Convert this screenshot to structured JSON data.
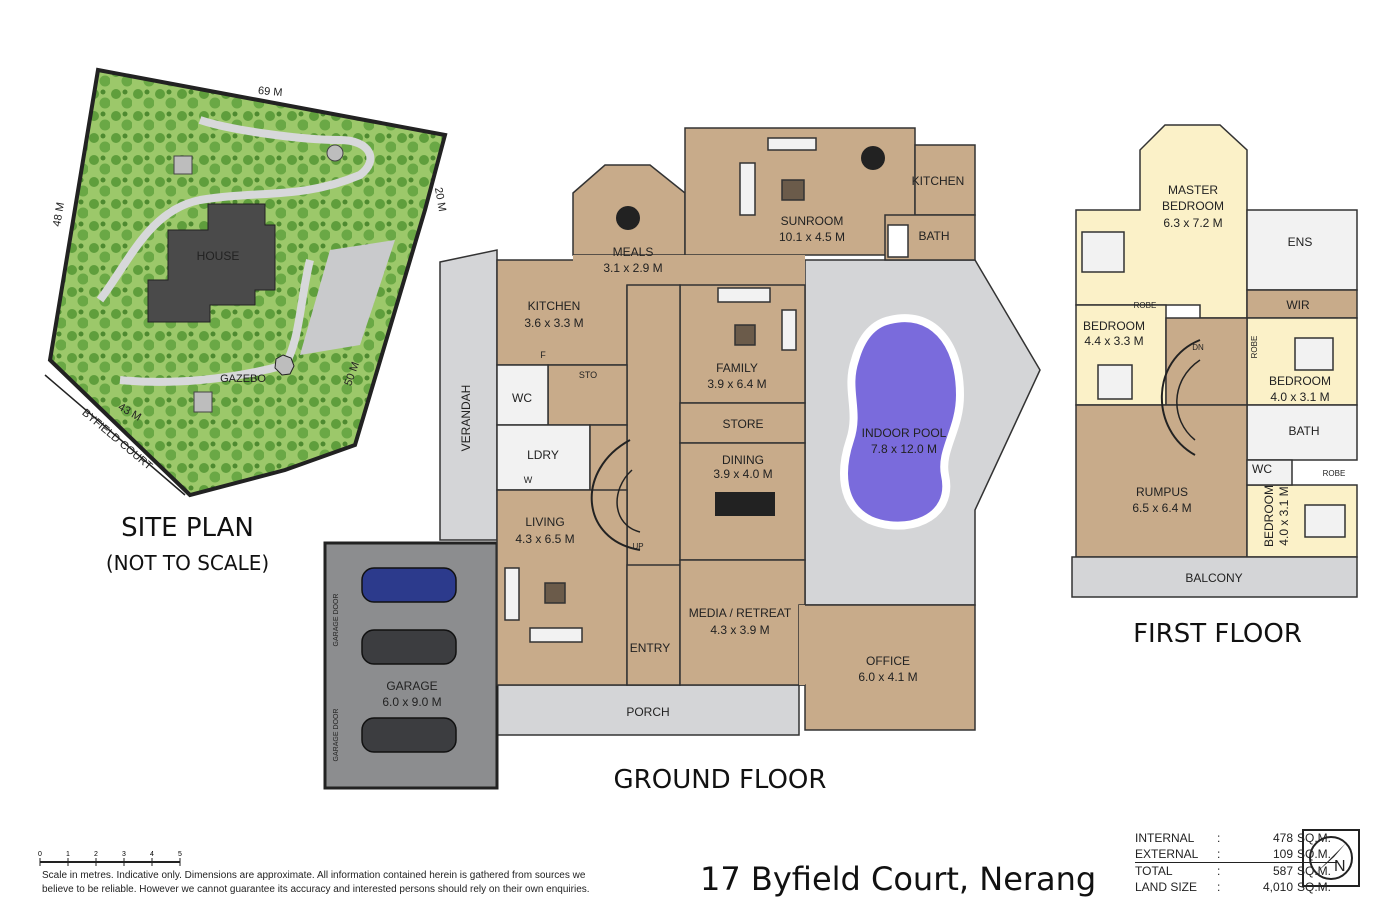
{
  "site_plan": {
    "title": "SITE PLAN",
    "subtitle": "(NOT TO SCALE)",
    "house_label": "HOUSE",
    "gazebo_label": "GAZEBO",
    "street_label": "BYFIELD COURT",
    "dims": {
      "top": "69 M",
      "left": "48 M",
      "right_top": "20 M",
      "right_bottom": "50 M",
      "bottom": "43 M"
    }
  },
  "ground_floor": {
    "title": "GROUND FLOOR",
    "rooms": {
      "meals": {
        "name": "MEALS",
        "size": "3.1 x 2.9 M"
      },
      "sunroom": {
        "name": "SUNROOM",
        "size": "10.1 x 4.5 M"
      },
      "kitchen_small": {
        "name": "KITCHEN"
      },
      "bath": {
        "name": "BATH"
      },
      "kitchen": {
        "name": "KITCHEN",
        "size": "3.6 x 3.3 M"
      },
      "family": {
        "name": "FAMILY",
        "size": "3.9 x 6.4 M"
      },
      "sto": {
        "name": "STO"
      },
      "wc": {
        "name": "WC"
      },
      "store": {
        "name": "STORE"
      },
      "indoor_pool": {
        "name": "INDOOR POOL",
        "size": "7.8 x 12.0 M"
      },
      "ldry": {
        "name": "LDRY"
      },
      "dining": {
        "name": "DINING",
        "size": "3.9 x 4.0 M"
      },
      "living": {
        "name": "LIVING",
        "size": "4.3 x 6.5 M"
      },
      "verandah": {
        "name": "VERANDAH"
      },
      "media": {
        "name": "MEDIA / RETREAT",
        "size": "4.3 x 3.9 M"
      },
      "entry": {
        "name": "ENTRY"
      },
      "office": {
        "name": "OFFICE",
        "size": "6.0 x 4.1 M"
      },
      "garage": {
        "name": "GARAGE",
        "size": "6.0 x 9.0 M"
      },
      "porch": {
        "name": "PORCH"
      }
    },
    "garage_door": "GARAGE DOOR",
    "stair_up": "UP",
    "fridge": "F",
    "washer": "W"
  },
  "first_floor": {
    "title": "FIRST FLOOR",
    "rooms": {
      "master": {
        "name": "MASTER",
        "name2": "BEDROOM",
        "size": "6.3 x 7.2 M"
      },
      "ens": {
        "name": "ENS"
      },
      "wir": {
        "name": "WIR"
      },
      "bed1": {
        "name": "BEDROOM",
        "size": "4.4 x 3.3 M"
      },
      "bed2": {
        "name": "BEDROOM",
        "size": "4.0 x 3.1 M"
      },
      "bath": {
        "name": "BATH"
      },
      "wc": {
        "name": "WC"
      },
      "rumpus": {
        "name": "RUMPUS",
        "size": "6.5 x 6.4 M"
      },
      "bed3": {
        "name": "BEDROOM",
        "size": "4.0 x 3.1 M"
      },
      "balcony": {
        "name": "BALCONY"
      }
    },
    "robe": "ROBE",
    "stair_dn": "DN"
  },
  "footer": {
    "scale_ticks": [
      "0",
      "1",
      "2",
      "3",
      "4",
      "5"
    ],
    "disclaimer_1": "Scale in metres.  Indicative only.  Dimensions are approximate.  All information contained herein is gathered from sources we",
    "disclaimer_2": "believe to be reliable.  However we cannot guarantee its accuracy and interested persons should rely on their own enquiries.",
    "address": "17 Byfield Court, Nerang",
    "areas": [
      {
        "label": "INTERNAL",
        "value": "478",
        "unit": "SQ.M."
      },
      {
        "label": "EXTERNAL",
        "value": "109",
        "unit": "SQ.M."
      },
      {
        "label": "TOTAL",
        "value": "587",
        "unit": "SQ.M."
      },
      {
        "label": "LAND SIZE",
        "value": "4,010",
        "unit": "SQ.M."
      }
    ],
    "compass_letter": "N"
  },
  "colors": {
    "room": "#c8ab8a",
    "hall": "#dcc3a5",
    "garage": "#8c8d8f",
    "outdoor": "#d4d5d7",
    "pool": "#7a6bdc",
    "bedroom": "#fbf1c8",
    "grass": "#8fbe5c",
    "house_roof": "#4a4a4a",
    "car_blue": "#2c3a8c",
    "car_grey": "#3c3d40"
  }
}
